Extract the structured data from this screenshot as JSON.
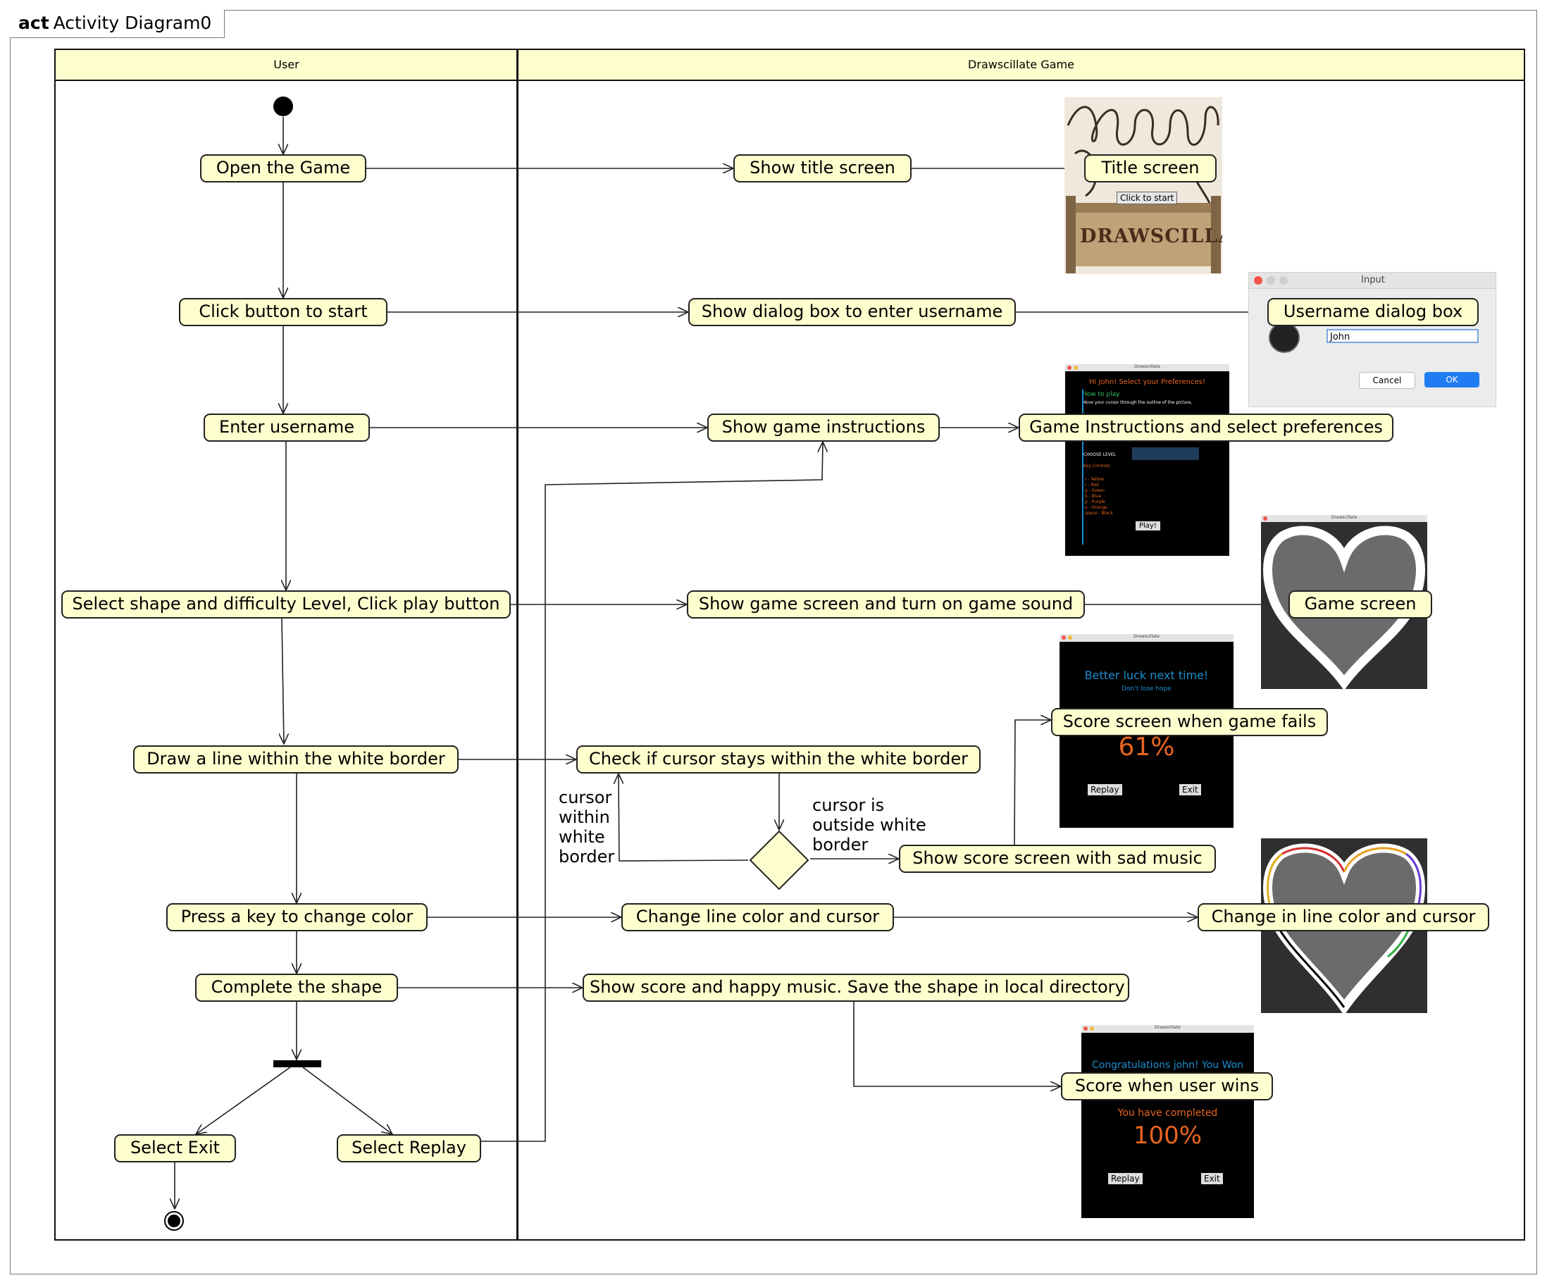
{
  "frame": {
    "keyword": "act",
    "title": "Activity Diagram0"
  },
  "lanes": {
    "user": "User",
    "game": "Drawscillate Game"
  },
  "user_actions": {
    "open_game": "Open the Game",
    "click_start": "Click button to start",
    "enter_username": "Enter username",
    "select_shape": "Select shape and difficulty Level, Click play button",
    "draw_line": "Draw a line within the white border",
    "press_key": "Press a key to change color",
    "complete_shape": "Complete the shape",
    "select_exit": "Select Exit",
    "select_replay": "Select Replay"
  },
  "system_actions": {
    "show_title": "Show title screen",
    "show_dialog": "Show dialog box to enter username",
    "show_instructions": "Show game instructions",
    "show_game_screen": "Show game screen and turn on game sound",
    "check_cursor": "Check if cursor stays within the white border",
    "show_sad_score": "Show score screen with sad music",
    "change_color": "Change line color and cursor",
    "show_happy_score": "Show score and happy music. Save the shape in local directory"
  },
  "screens": {
    "title_screen": "Title screen",
    "username_dialog": "Username dialog box",
    "instructions": "Game Instructions and select preferences",
    "game_screen": "Game screen",
    "score_fail": "Score screen when game fails",
    "color_change": "Change in line color and cursor",
    "score_win": "Score when user wins"
  },
  "guards": {
    "inside": "cursor\nwithin\nwhite\nborder",
    "outside": "cursor is\noutside white\nborder"
  },
  "thumbnails": {
    "title": {
      "button": "Click to start",
      "logo": "DRAWSCILLATE"
    },
    "dialog": {
      "window_title": "Input",
      "value": "John",
      "cancel": "Cancel",
      "ok": "OK"
    },
    "instructions": {
      "window_title": "Drawscillate",
      "greeting": "Hi John! Select your Preferences!",
      "how_to_play": "How to play",
      "body": "Move your cursor through the outline of the picture,",
      "level_label": "CHOOSE LEVEL",
      "keys_heading": "Key Controls",
      "keys": [
        "r - Yellow",
        "r - Red",
        "g - Green",
        "b - Blue",
        "p - Purple",
        "o - Orange",
        "space - Black"
      ],
      "play": "Play!"
    },
    "fail": {
      "window_title": "Drawscillate",
      "headline": "Better luck next time!",
      "sub": "Don't lose hope",
      "score": "61%",
      "replay": "Replay",
      "exit": "Exit"
    },
    "win": {
      "window_title": "Drawscillate",
      "headline": "Congratulations john! You Won",
      "sub": "You have completed",
      "score": "100%",
      "replay": "Replay",
      "exit": "Exit"
    },
    "game_window_title": "Drawscillate"
  },
  "colors": {
    "node_fill": "#fefece",
    "score_orange": "#e8641e",
    "text_blue": "#1a8fd0",
    "ok_blue": "#1f7cf2"
  }
}
